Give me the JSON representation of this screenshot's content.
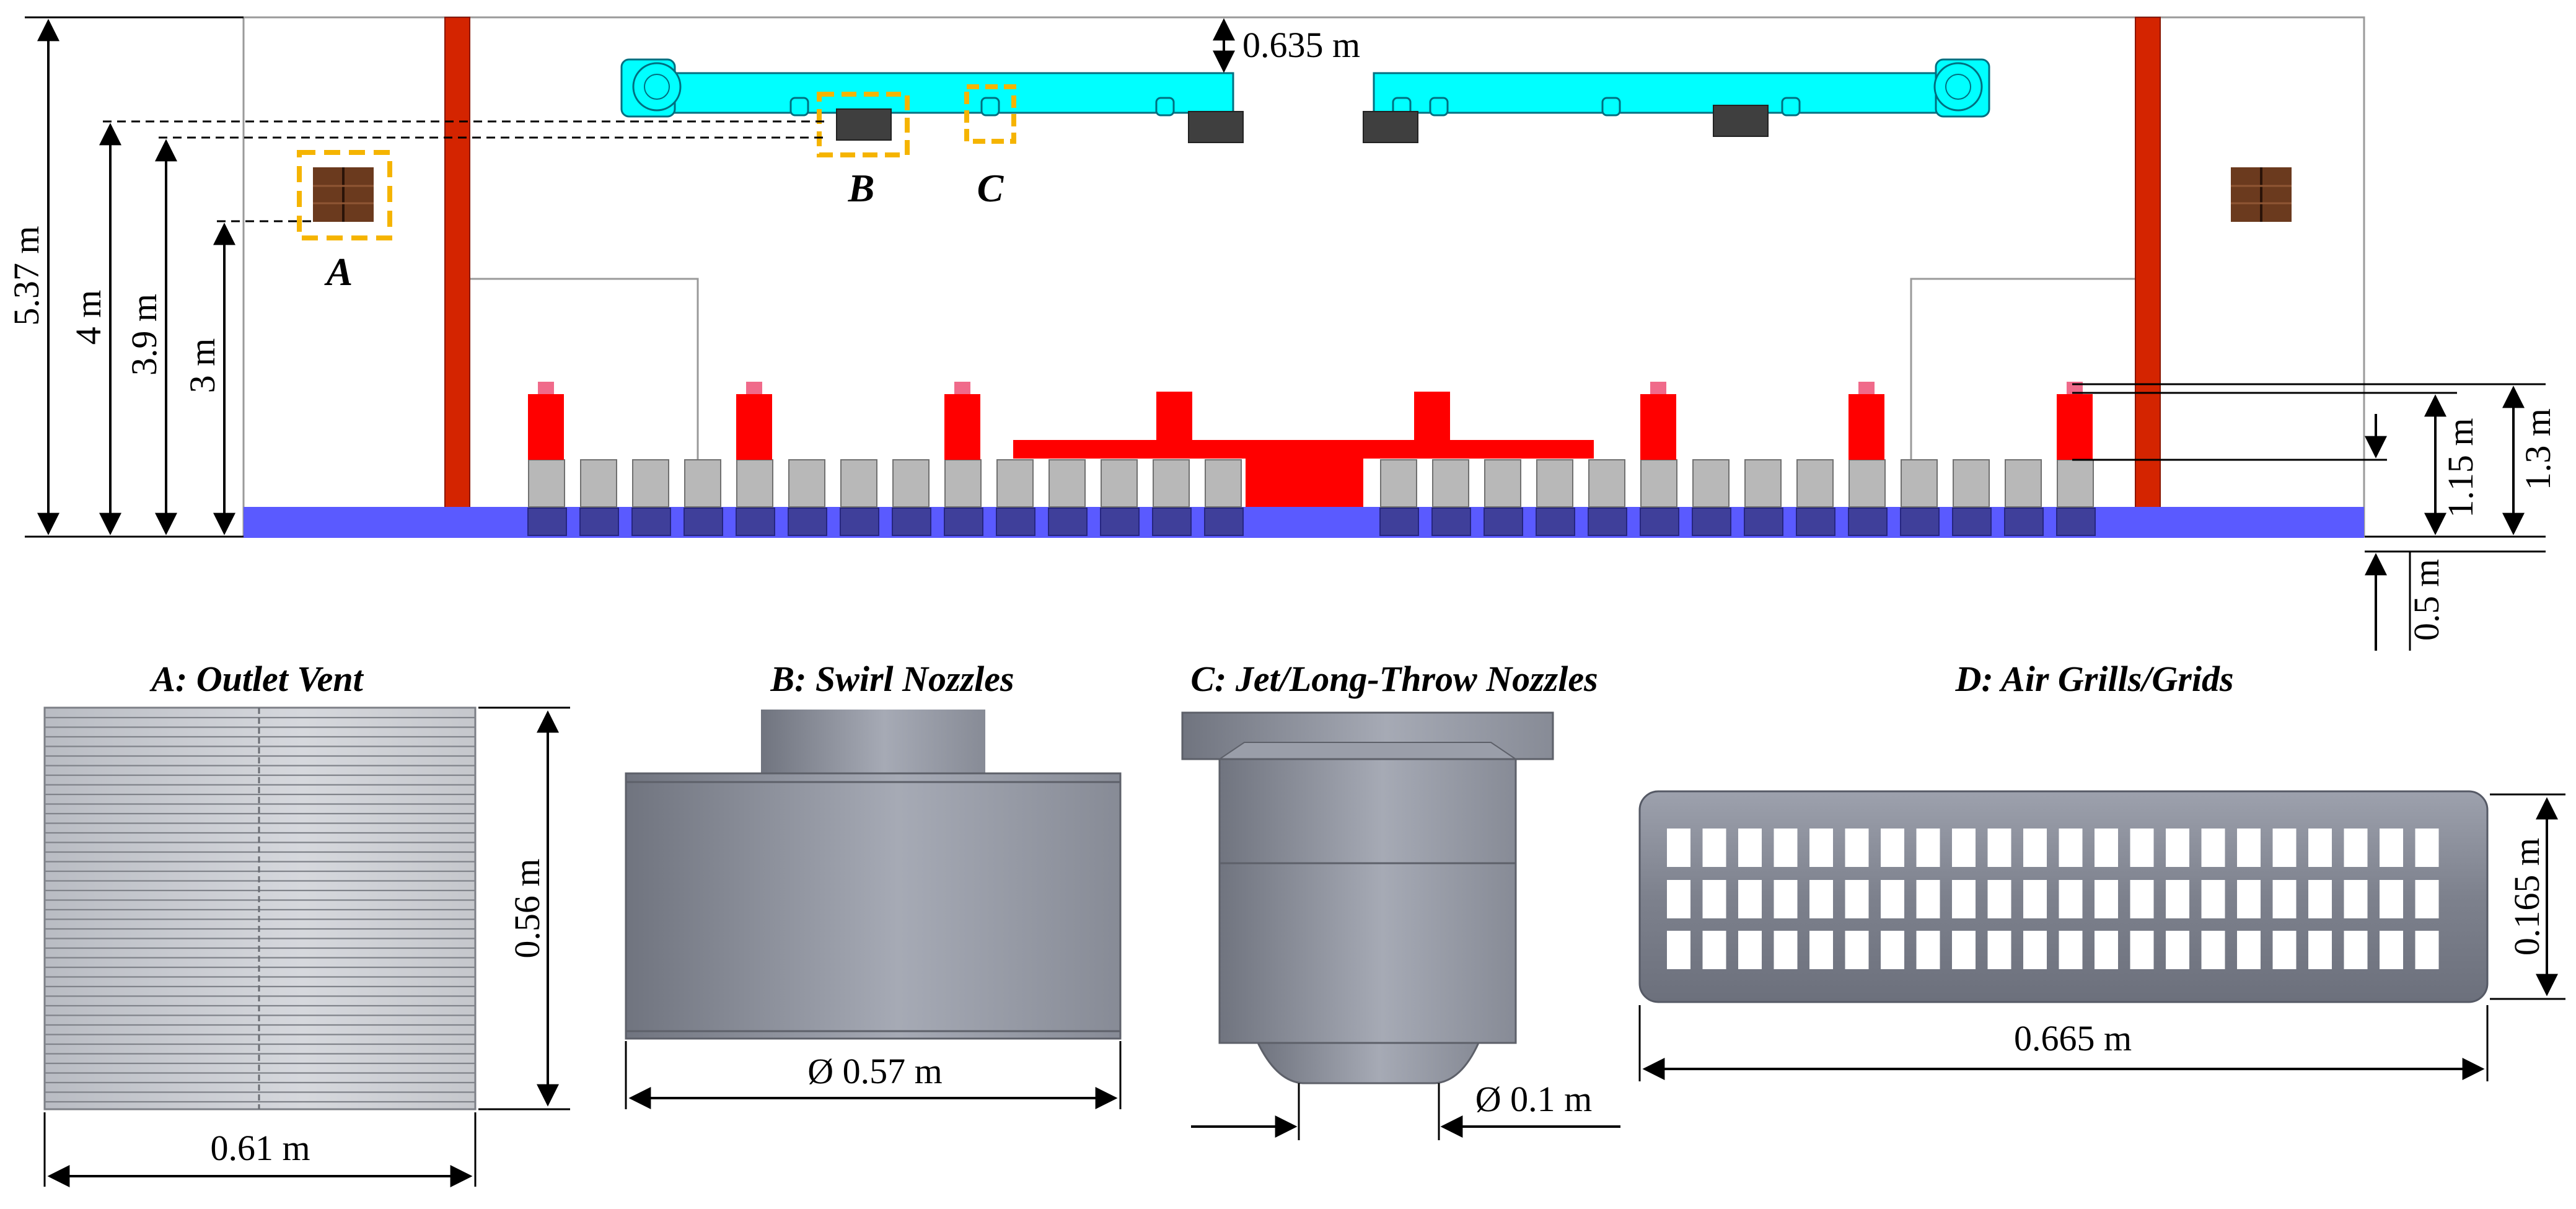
{
  "labels": {
    "marker_a": "A",
    "marker_b": "B",
    "marker_c": "C"
  },
  "dimensions": {
    "total_height": "5.37 m",
    "vent_height_4": "4 m",
    "nozzle_height": "3.9 m",
    "vent_height_3": "3 m",
    "ceiling_gap": "0.635 m",
    "seat_height_115": "1.15 m",
    "seat_height_13": "1.3 m",
    "floor_height": "0.5 m"
  },
  "details": {
    "a": {
      "caption": "A: Outlet Vent",
      "height": "0.56 m",
      "width": "0.61 m"
    },
    "b": {
      "caption": "B: Swirl Nozzles",
      "diameter": "Ø 0.57 m"
    },
    "c": {
      "caption": "C: Jet/Long-Throw Nozzles",
      "diameter": "Ø 0.1 m"
    },
    "d": {
      "caption": "D: Air Grills/Grids",
      "height": "0.165 m",
      "width": "0.665 m"
    }
  },
  "colors": {
    "duct": "#00FFFF",
    "column": "#D42400",
    "floor": "#5A5AFF",
    "seat_red": "#FF0000",
    "seat_gray": "#B8B8B8",
    "nozzle": "#3F3F3F",
    "vent": "#6B3A1E",
    "highlight": "#F5B400",
    "metal": "#8C909C"
  }
}
